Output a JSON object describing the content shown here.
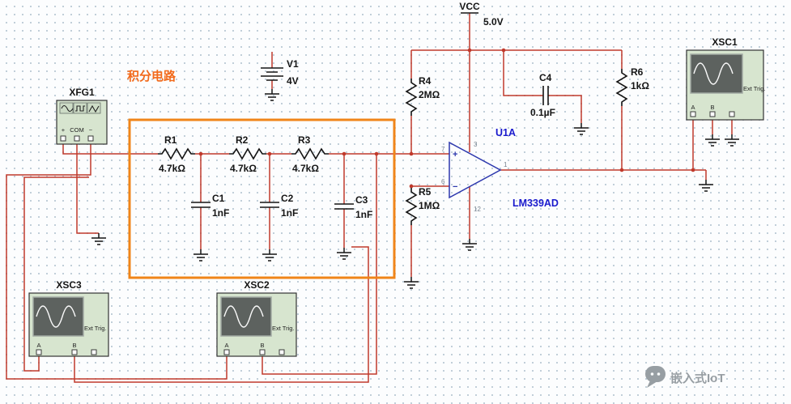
{
  "annotation": {
    "title": "积分电路"
  },
  "power": {
    "vcc": {
      "name": "VCC",
      "voltage": "5.0V"
    },
    "v1": {
      "ref": "V1",
      "value": "4V"
    }
  },
  "components": {
    "r1": {
      "ref": "R1",
      "value": "4.7kΩ"
    },
    "r2": {
      "ref": "R2",
      "value": "4.7kΩ"
    },
    "r3": {
      "ref": "R3",
      "value": "4.7kΩ"
    },
    "r4": {
      "ref": "R4",
      "value": "2MΩ"
    },
    "r5": {
      "ref": "R5",
      "value": "1MΩ"
    },
    "r6": {
      "ref": "R6",
      "value": "1kΩ"
    },
    "c1": {
      "ref": "C1",
      "value": "1nF"
    },
    "c2": {
      "ref": "C2",
      "value": "1nF"
    },
    "c3": {
      "ref": "C3",
      "value": "1nF"
    },
    "c4": {
      "ref": "C4",
      "value": "0.1µF"
    }
  },
  "opamp": {
    "ref": "U1A",
    "part": "LM339AD",
    "plus": "+",
    "minus": "−",
    "pins": {
      "in_plus": "7",
      "in_minus": "6",
      "out": "1",
      "vcc": "3",
      "gnd": "12"
    }
  },
  "instruments": {
    "xfg1": {
      "title": "XFG1",
      "terminal_plus": "+",
      "terminal_com": "COM",
      "terminal_minus": "−"
    },
    "xsc1": {
      "title": "XSC1",
      "ext_trig": "Ext Trig.",
      "channel_a": "A",
      "channel_b": "B"
    },
    "xsc2": {
      "title": "XSC2",
      "ext_trig": "Ext Trig.",
      "channel_a": "A",
      "channel_b": "B"
    },
    "xsc3": {
      "title": "XSC3",
      "ext_trig": "Ext Trig.",
      "channel_a": "A",
      "channel_b": "B"
    }
  },
  "watermark": {
    "text": "嵌入式IoT"
  },
  "colors": {
    "wire": "#c0392b",
    "annotation_box": "#f08519",
    "annotation_text": "#f26a1b",
    "label_blue": "#1a1acd",
    "instrument_body": "#d7e5cf"
  }
}
